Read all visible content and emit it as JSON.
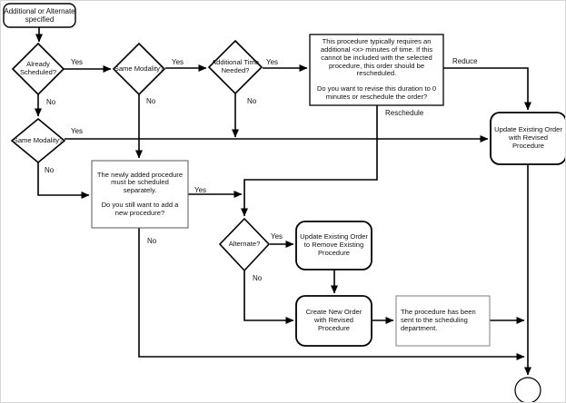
{
  "diagram": {
    "nodes": {
      "start": {
        "label": "Additional or Alternate specified"
      },
      "already_scheduled": {
        "label": "Already Scheduled?"
      },
      "same_modality_top": {
        "label": "Same Modality?"
      },
      "additional_time": {
        "label": "Additional Time Needed?"
      },
      "revise_duration": {
        "line1": "This procedure typically requires an additional <x> minutes of time. If this cannot be included with the selected procedure, this order should be rescheduled.",
        "line2": "Do you want to revise this duration to 0 minutes or reschedule the order?"
      },
      "same_modality_left": {
        "label": "Same Modality?"
      },
      "schedule_separately": {
        "line1": "The newly added procedure must be scheduled separately.",
        "line2": "Do you still want to add a new procedure?"
      },
      "alternate": {
        "label": "Alternate?"
      },
      "update_remove": {
        "label": "Update Existing Order to Remove Existing Procedure"
      },
      "update_revised": {
        "label": "Update Existing Order with Revised Procedure"
      },
      "create_new": {
        "label": "Create New Order with Revised Procedure"
      },
      "sent_to_scheduling": {
        "label": "The procedure has been sent to the scheduling department."
      }
    },
    "edge_labels": {
      "already_yes": "Yes",
      "already_no": "No",
      "modality_top_yes": "Yes",
      "modality_top_no": "No",
      "time_yes": "Yes",
      "time_no": "No",
      "reduce": "Reduce",
      "reschedule": "Reschedule",
      "modality_left_yes": "Yes",
      "modality_left_no": "No",
      "separately_yes": "Yes",
      "separately_no": "No",
      "alternate_yes": "Yes",
      "alternate_no": "No"
    },
    "colors": {
      "line": "#000000",
      "gray_box_border": "#666666",
      "background": "#ffffff"
    }
  }
}
